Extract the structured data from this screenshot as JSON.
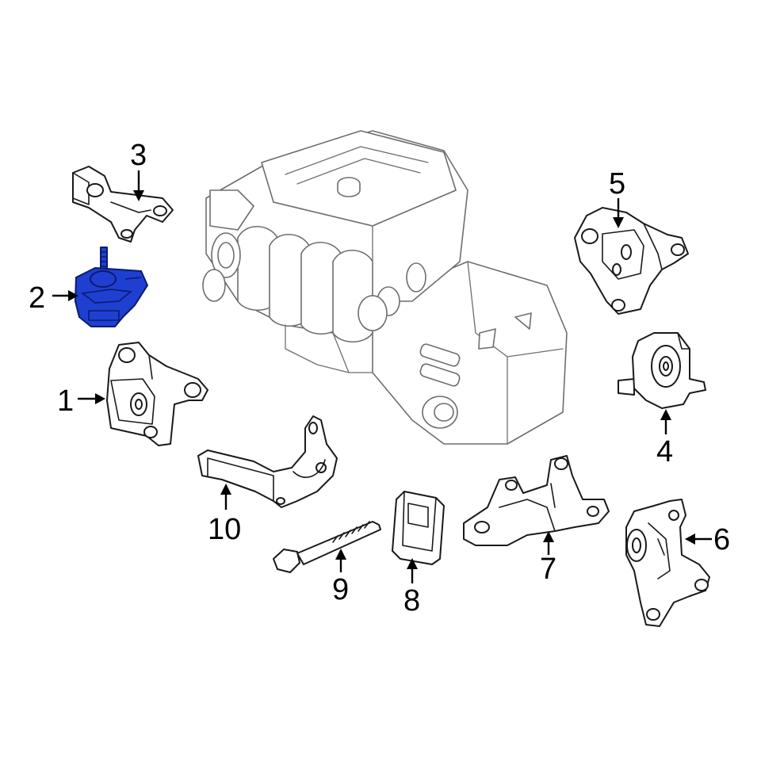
{
  "diagram": {
    "highlight_color": "#1f3fd1",
    "callouts": [
      {
        "id": "1",
        "label": "1"
      },
      {
        "id": "2",
        "label": "2"
      },
      {
        "id": "3",
        "label": "3"
      },
      {
        "id": "4",
        "label": "4"
      },
      {
        "id": "5",
        "label": "5"
      },
      {
        "id": "6",
        "label": "6"
      },
      {
        "id": "7",
        "label": "7"
      },
      {
        "id": "8",
        "label": "8"
      },
      {
        "id": "9",
        "label": "9"
      },
      {
        "id": "10",
        "label": "10"
      }
    ],
    "highlighted_part": "2"
  }
}
